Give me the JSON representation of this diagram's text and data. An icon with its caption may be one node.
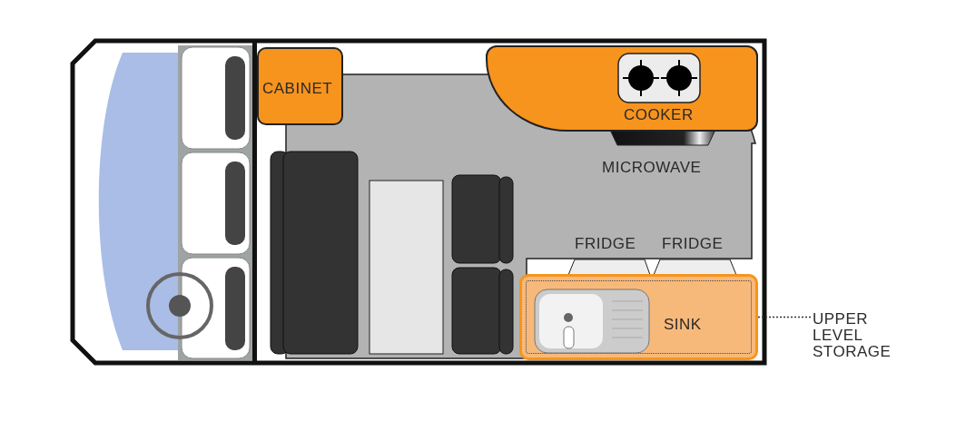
{
  "diagram": {
    "nodes": [
      {
        "text": [
          "CABINET"
        ]
      },
      {
        "text": [
          "COOKER"
        ]
      },
      {
        "text": [
          "SINK"
        ]
      },
      {
        "text": [
          "UPPER LEVEL STORAGE"
        ]
      }
    ],
    "edges": [
      {
        "from": 3,
        "to": 2,
        "arrow": "none",
        "style": "dashed"
      }
    ],
    "labels": [
      "MICROWAVE",
      "FRIDGE",
      "FRIDGE"
    ]
  }
}
